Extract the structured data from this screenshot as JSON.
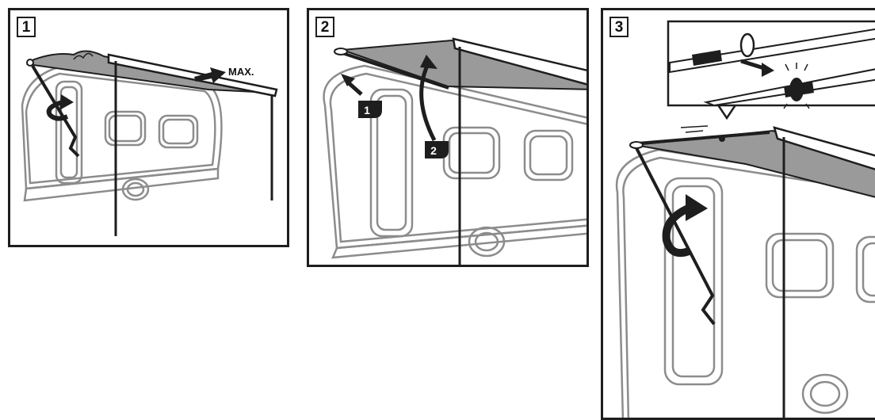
{
  "steps": [
    {
      "number": "1",
      "label_max": "MAX."
    },
    {
      "number": "2",
      "callouts": [
        "1",
        "2"
      ]
    },
    {
      "number": "3"
    }
  ],
  "colors": {
    "line": "#1e1e1e",
    "fabric": "#9a9a9a",
    "caravan_outline": "#8c8c8c",
    "callout_bg": "#1e1e1e"
  }
}
